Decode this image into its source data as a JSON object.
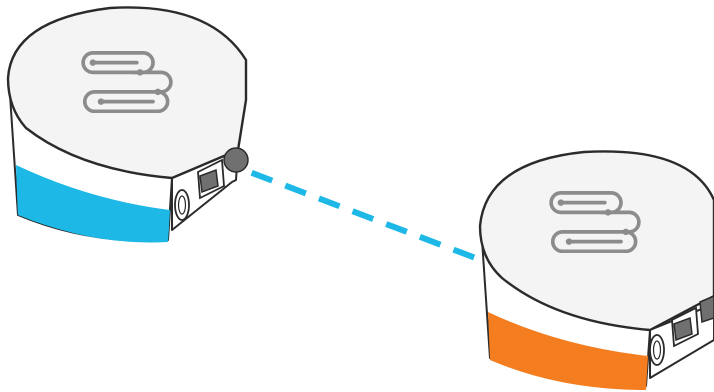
{
  "scene": {
    "background": "#ffffff",
    "outline_color": "#2b2b2b",
    "body_color": "#ffffff",
    "top_shade": "#f4f4f4",
    "logo_color": "#8c8c8c",
    "plug_color": "#707070",
    "connection": {
      "style": "dashed",
      "color": "#1db8e6"
    },
    "devices": [
      {
        "name": "left-device",
        "ring_color": "#1db8e6",
        "logo_icon": "paperclip-s-logo"
      },
      {
        "name": "right-device",
        "ring_color": "#f47d20",
        "logo_icon": "paperclip-s-logo"
      }
    ]
  }
}
